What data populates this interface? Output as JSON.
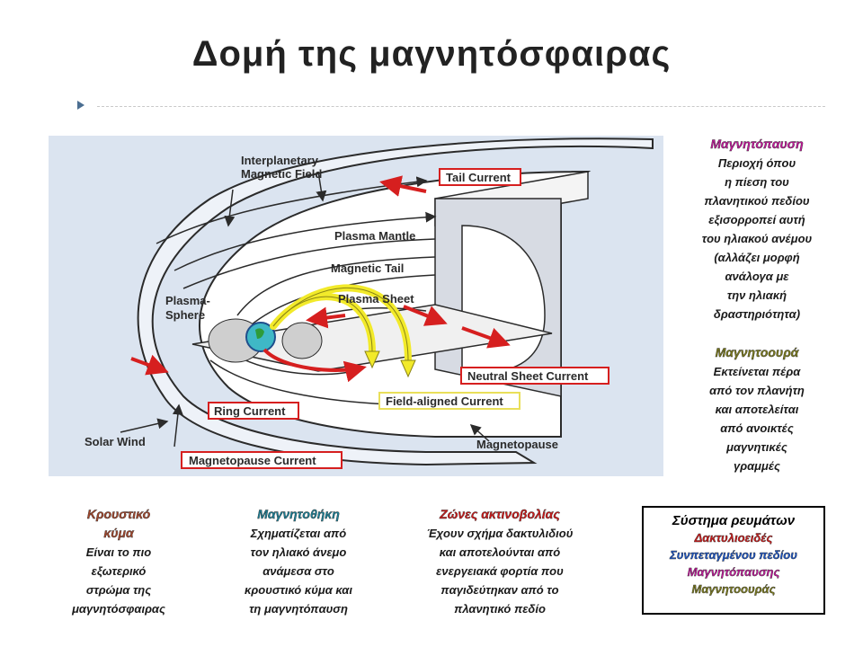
{
  "slide": {
    "title": "Δομή της μαγνητόσφαιρας"
  },
  "diagram": {
    "labels": {
      "imf_line1": "Interplanetary",
      "imf_line2": "Magnetic Field",
      "tail_current": "Tail Current",
      "plasma_mantle": "Plasma Mantle",
      "magnetic_tail": "Magnetic Tail",
      "plasma_sheet": "Plasma Sheet",
      "plasmasphere_line1": "Plasma-",
      "plasmasphere_line2": "Sphere",
      "neutral_sheet_current": "Neutral Sheet Current",
      "field_aligned_current": "Field-aligned Current",
      "ring_current": "Ring Current",
      "solar_wind": "Solar Wind",
      "magnetopause": "Magnetopause",
      "magnetopause_current": "Magnetopause  Current"
    },
    "colors": {
      "background": "#dbe4f0",
      "current_arrow": "#d61f1f",
      "field_aligned_arrow": "#f2ea2a",
      "earth": "#3fb8c6"
    }
  },
  "magnetopause_note": {
    "heading": "Μαγνητόπαυση",
    "lines": [
      "Περιοχή όπου",
      "η πίεση  του",
      "πλανητικού  πεδίου",
      "εξισορροπεί  αυτή",
      "του ηλιακού  ανέμου",
      "(αλλάζει μορφή",
      "ανάλογα με",
      "την ηλιακή",
      "δραστηριότητα)"
    ]
  },
  "magnetotail_note": {
    "heading": "Μαγνητοουρά",
    "lines": [
      "Εκτείνεται πέρα",
      "από τον  πλανήτη",
      "και αποτελείται",
      "από ανοικτές",
      "μαγνητικές",
      "γραμμές"
    ]
  },
  "bow_shock_note": {
    "heading_line1": "Κρουστικό",
    "heading_line2": "κύμα",
    "lines": [
      "Είναι το πιο",
      "εξωτερικό",
      "στρώμα  της",
      "μαγνητόσφαιρας"
    ]
  },
  "magnetosheath_note": {
    "heading": "Μαγνητοθήκη",
    "lines": [
      "Σχηματίζεται από",
      "τον ηλιακό άνεμο",
      "ανάμεσα στο",
      "κρουστικό κύμα και",
      "τη μαγνητόπαυση"
    ]
  },
  "radiation_belts_note": {
    "heading": "Ζώνες ακτινοβολίας",
    "lines": [
      "Έχουν σχήμα  δακτυλιδιού",
      "και αποτελούνται  από",
      "ενεργειακά φορτία που",
      "παγιδεύτηκαν  από το",
      "πλανητικό  πεδίο"
    ]
  },
  "current_systems_box": {
    "heading": "Σύστημα ρευμάτων",
    "items": [
      "Δακτυλιοειδές",
      "Συνπεταγμένου  πεδίου",
      "Μαγνητόπαυσης",
      "Μαγνητοουράς"
    ]
  }
}
